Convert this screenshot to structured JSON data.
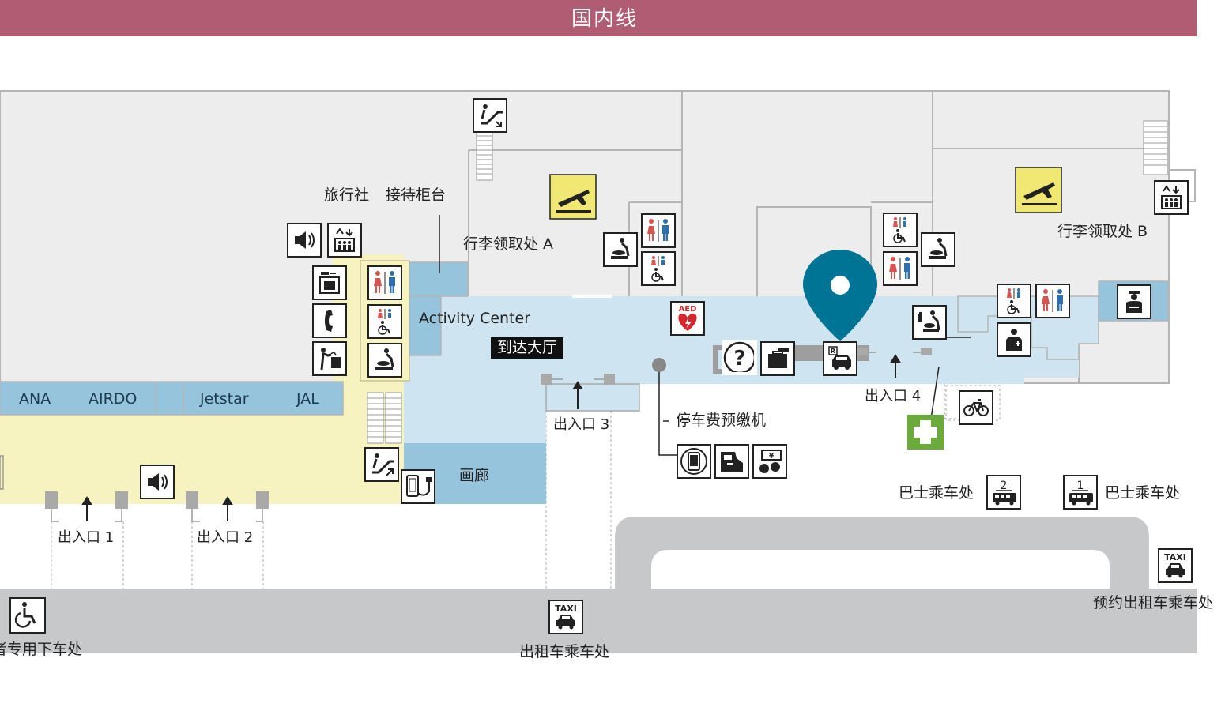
{
  "header": {
    "title": "国内线"
  },
  "labels": {
    "travel_agency": "旅行社",
    "reception": "接待柜台",
    "baggage_a": "行李领取处 A",
    "baggage_b": "行李领取处 B",
    "activity_center": "Activity Center",
    "arrival_hall": "到达大厅",
    "gallery": "画廊",
    "parking_prepay": "停车费预缴机",
    "exit_1": "出入口 1",
    "exit_2": "出入口 2",
    "exit_3": "出入口 3",
    "exit_4": "出入口 4",
    "bus_stop_2": "巴士乘车处",
    "bus_stop_1": "巴士乘车处",
    "bus_num_2": "2",
    "bus_num_1": "1",
    "taxi_stand": "出租车乘车处",
    "reserved_taxi": "预约出租车乘车处",
    "disabled_dropoff": "障碍者专用下车处",
    "taxi_sign": "TAXI",
    "aed_sign": "AED"
  },
  "airline_counters": [
    "ANA",
    "AIRDO",
    "Jetstar",
    "JAL"
  ],
  "colors": {
    "header": "#b05d74",
    "hall": "#cfe4f1",
    "zone": "#97c4dd",
    "yellow": "#f6f3c0",
    "room": "#ededed",
    "road": "#c7c8ca",
    "pin": "#007494",
    "first_aid": "#6aab3c"
  }
}
